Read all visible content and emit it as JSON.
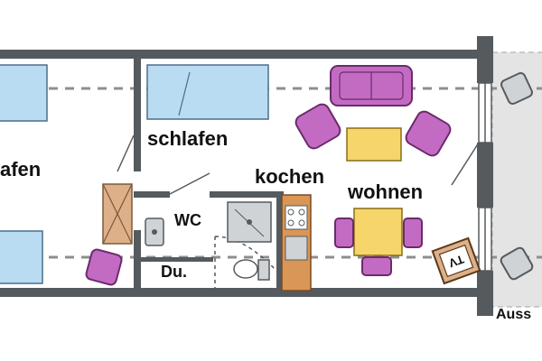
{
  "labels": {
    "schlafen_left": "afen",
    "schlafen": "schlafen",
    "kochen": "kochen",
    "wohnen": "wohnen",
    "wc": "WC",
    "dusche": "Du.",
    "tv": "TV",
    "aussen": "Auss"
  },
  "colors": {
    "wall": "#555a5e",
    "bed": "#b9dcf2",
    "bed_outline": "#4a6f8a",
    "sofa": "#c36bc3",
    "sofa_outline": "#6b2b6b",
    "table": "#f6d66a",
    "wardrobe": "#deb08a",
    "kitchen": "#d99656",
    "fixture": "#cfd3d6",
    "terrace": "#e4e4e4",
    "dashed": "#8e8e8e"
  }
}
